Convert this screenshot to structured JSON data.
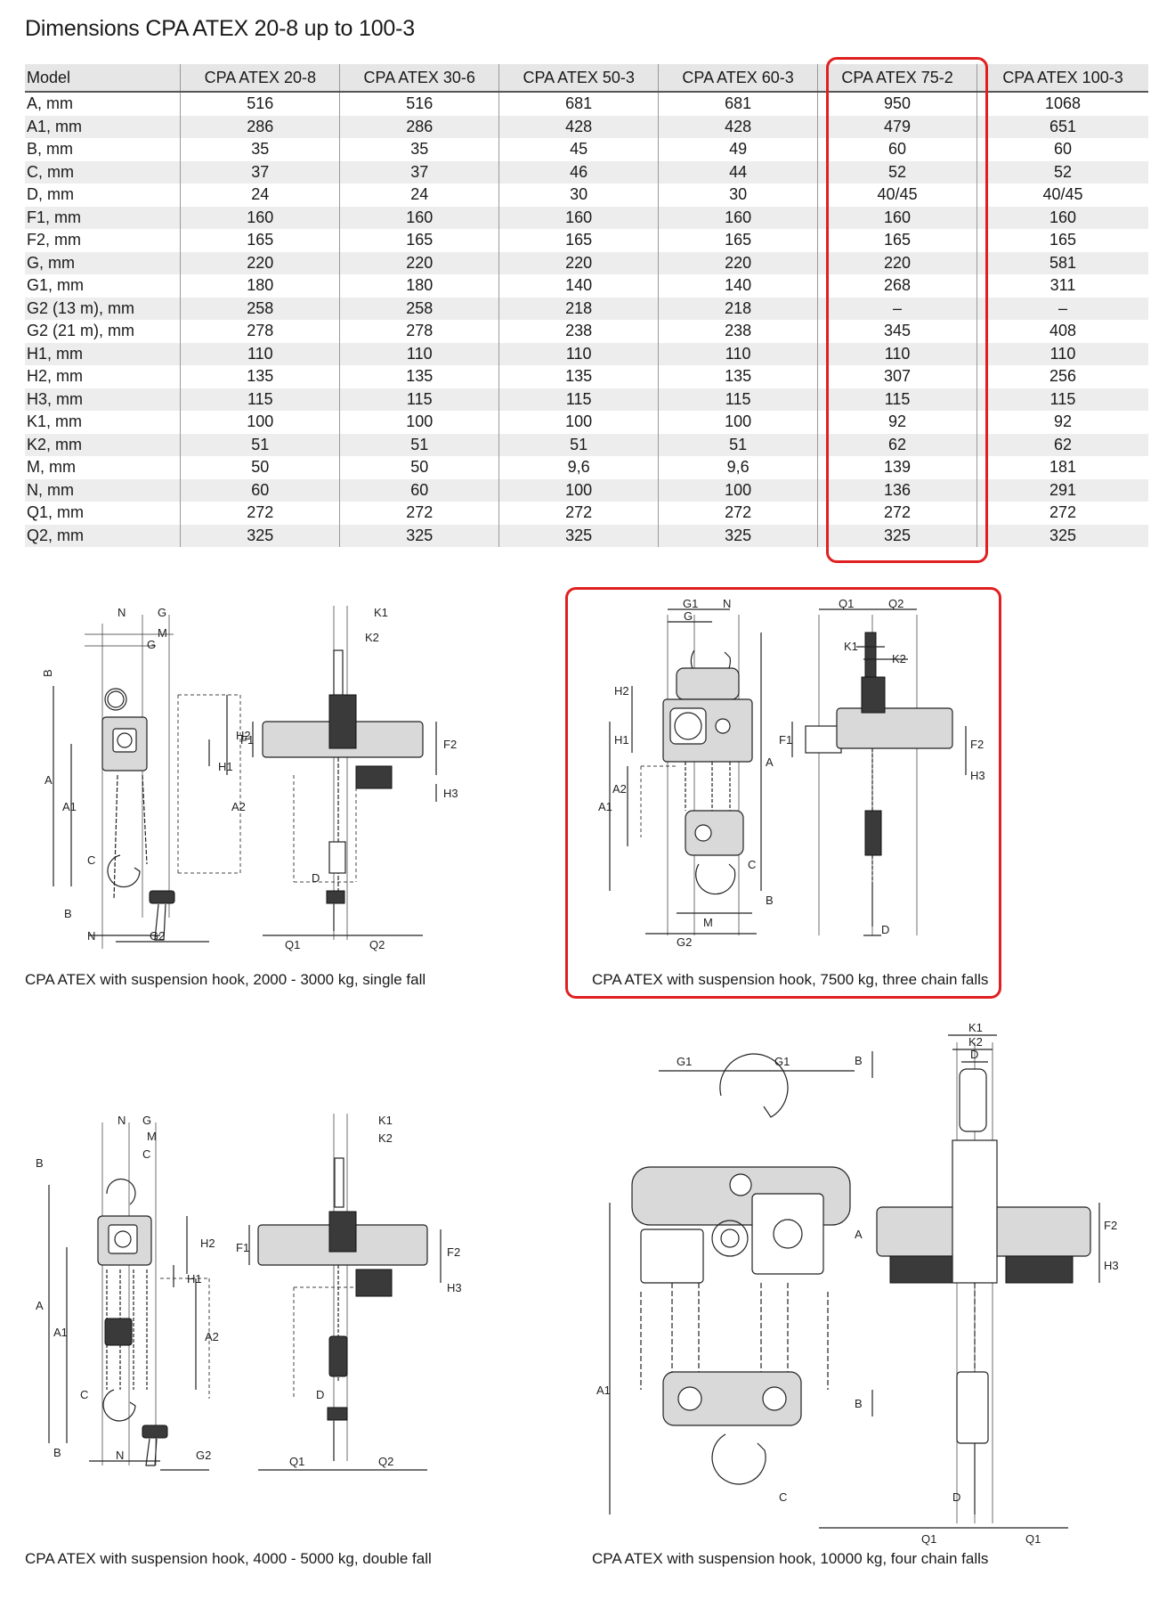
{
  "title": "Dimensions CPA ATEX 20-8 up to 100-3",
  "table": {
    "columns": [
      "Model",
      "CPA ATEX 20-8",
      "CPA ATEX 30-6",
      "CPA ATEX 50-3",
      "CPA ATEX 60-3",
      "CPA ATEX 75-2",
      "CPA ATEX 100-3"
    ],
    "rows": [
      [
        "A, mm",
        "516",
        "516",
        "681",
        "681",
        "950",
        "1068"
      ],
      [
        "A1, mm",
        "286",
        "286",
        "428",
        "428",
        "479",
        "651"
      ],
      [
        "B, mm",
        "35",
        "35",
        "45",
        "49",
        "60",
        "60"
      ],
      [
        "C, mm",
        "37",
        "37",
        "46",
        "44",
        "52",
        "52"
      ],
      [
        "D, mm",
        "24",
        "24",
        "30",
        "30",
        "40/45",
        "40/45"
      ],
      [
        "F1, mm",
        "160",
        "160",
        "160",
        "160",
        "160",
        "160"
      ],
      [
        "F2, mm",
        "165",
        "165",
        "165",
        "165",
        "165",
        "165"
      ],
      [
        "G, mm",
        "220",
        "220",
        "220",
        "220",
        "220",
        "581"
      ],
      [
        "G1, mm",
        "180",
        "180",
        "140",
        "140",
        "268",
        "311"
      ],
      [
        "G2 (13 m), mm",
        "258",
        "258",
        "218",
        "218",
        "–",
        "–"
      ],
      [
        "G2 (21 m), mm",
        "278",
        "278",
        "238",
        "238",
        "345",
        "408"
      ],
      [
        "H1, mm",
        "110",
        "110",
        "110",
        "110",
        "110",
        "110"
      ],
      [
        "H2, mm",
        "135",
        "135",
        "135",
        "135",
        "307",
        "256"
      ],
      [
        "H3, mm",
        "115",
        "115",
        "115",
        "115",
        "115",
        "115"
      ],
      [
        "K1, mm",
        "100",
        "100",
        "100",
        "100",
        "92",
        "92"
      ],
      [
        "K2, mm",
        "51",
        "51",
        "51",
        "51",
        "62",
        "62"
      ],
      [
        "M, mm",
        "50",
        "50",
        "9,6",
        "9,6",
        "139",
        "181"
      ],
      [
        "N, mm",
        "60",
        "60",
        "100",
        "100",
        "136",
        "291"
      ],
      [
        "Q1, mm",
        "272",
        "272",
        "272",
        "272",
        "272",
        "272"
      ],
      [
        "Q2, mm",
        "325",
        "325",
        "325",
        "325",
        "325",
        "325"
      ]
    ]
  },
  "captions": {
    "single_fall": "CPA ATEX with suspension hook, 2000 - 3000 kg, single fall",
    "three_falls": "CPA ATEX with suspension hook, 7500 kg, three chain falls",
    "double_fall": "CPA ATEX with suspension hook, 4000 - 5000 kg, double fall",
    "four_falls": "CPA ATEX with suspension hook, 10000 kg, four chain falls"
  },
  "labels": {
    "N": "N",
    "G": "G",
    "M": "M",
    "B": "B",
    "C": "C",
    "D": "D",
    "A": "A",
    "A1": "A1",
    "A2": "A2",
    "H1": "H1",
    "H2": "H2",
    "H3": "H3",
    "F1": "F1",
    "F2": "F2",
    "K1": "K1",
    "K2": "K2",
    "Q1": "Q1",
    "Q2": "Q2",
    "G1": "G1",
    "G2": "G2"
  },
  "colors": {
    "highlight": "#e02020",
    "header_bg": "#e6e6e6",
    "stripe_bg": "#ededed"
  }
}
